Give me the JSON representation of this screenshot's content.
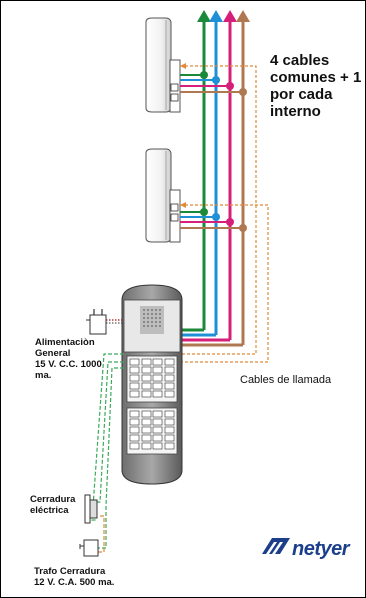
{
  "title": "4 cables\ncomunes + 1\npor cada\ninterno",
  "power_label": "Alimentaciòn\nGeneral\n15 V. C.C.  1000\nma.",
  "call_cables_label": "Cables de llamada",
  "lock_label": "Cerradura\neléctrica",
  "trafo_label": "Trafo Cerradura\n12 V. C.A. 500 ma.",
  "brand": "netyer",
  "colors": {
    "green": "#1a8a3a",
    "blue": "#1f8fd6",
    "magenta": "#d61f7a",
    "brown": "#b07850",
    "orange_dashed": "#e08a3a",
    "green_dashed": "#3aaa5a",
    "brand_blue": "#1b3f8a"
  },
  "icons": [
    "arrow-up-icon",
    "intercom-handset-icon",
    "door-panel-icon",
    "power-adapter-icon",
    "electric-lock-icon",
    "transformer-icon",
    "brand-logo-icon"
  ]
}
